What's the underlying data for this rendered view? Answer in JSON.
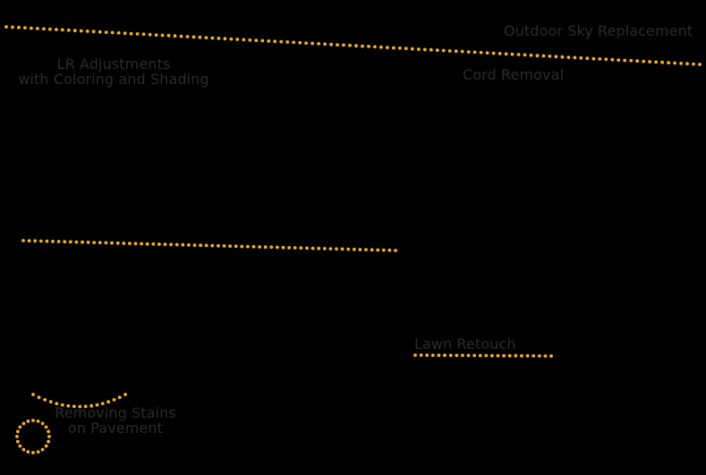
{
  "colors": {
    "background": "#000000",
    "dots": "#f5b21f",
    "label_text": "#2b2b2b"
  },
  "labels": {
    "outdoor_sky": "Outdoor Sky Replacement",
    "cord_removal": "Cord Removal",
    "lr_adjustments": {
      "line1": "LR Adjustments",
      "line2": "with Coloring and Shading"
    },
    "lawn_retouch": "Lawn Retouch",
    "removing_stains": {
      "line1": "Removing Stains",
      "line2": "on Pavement"
    }
  }
}
